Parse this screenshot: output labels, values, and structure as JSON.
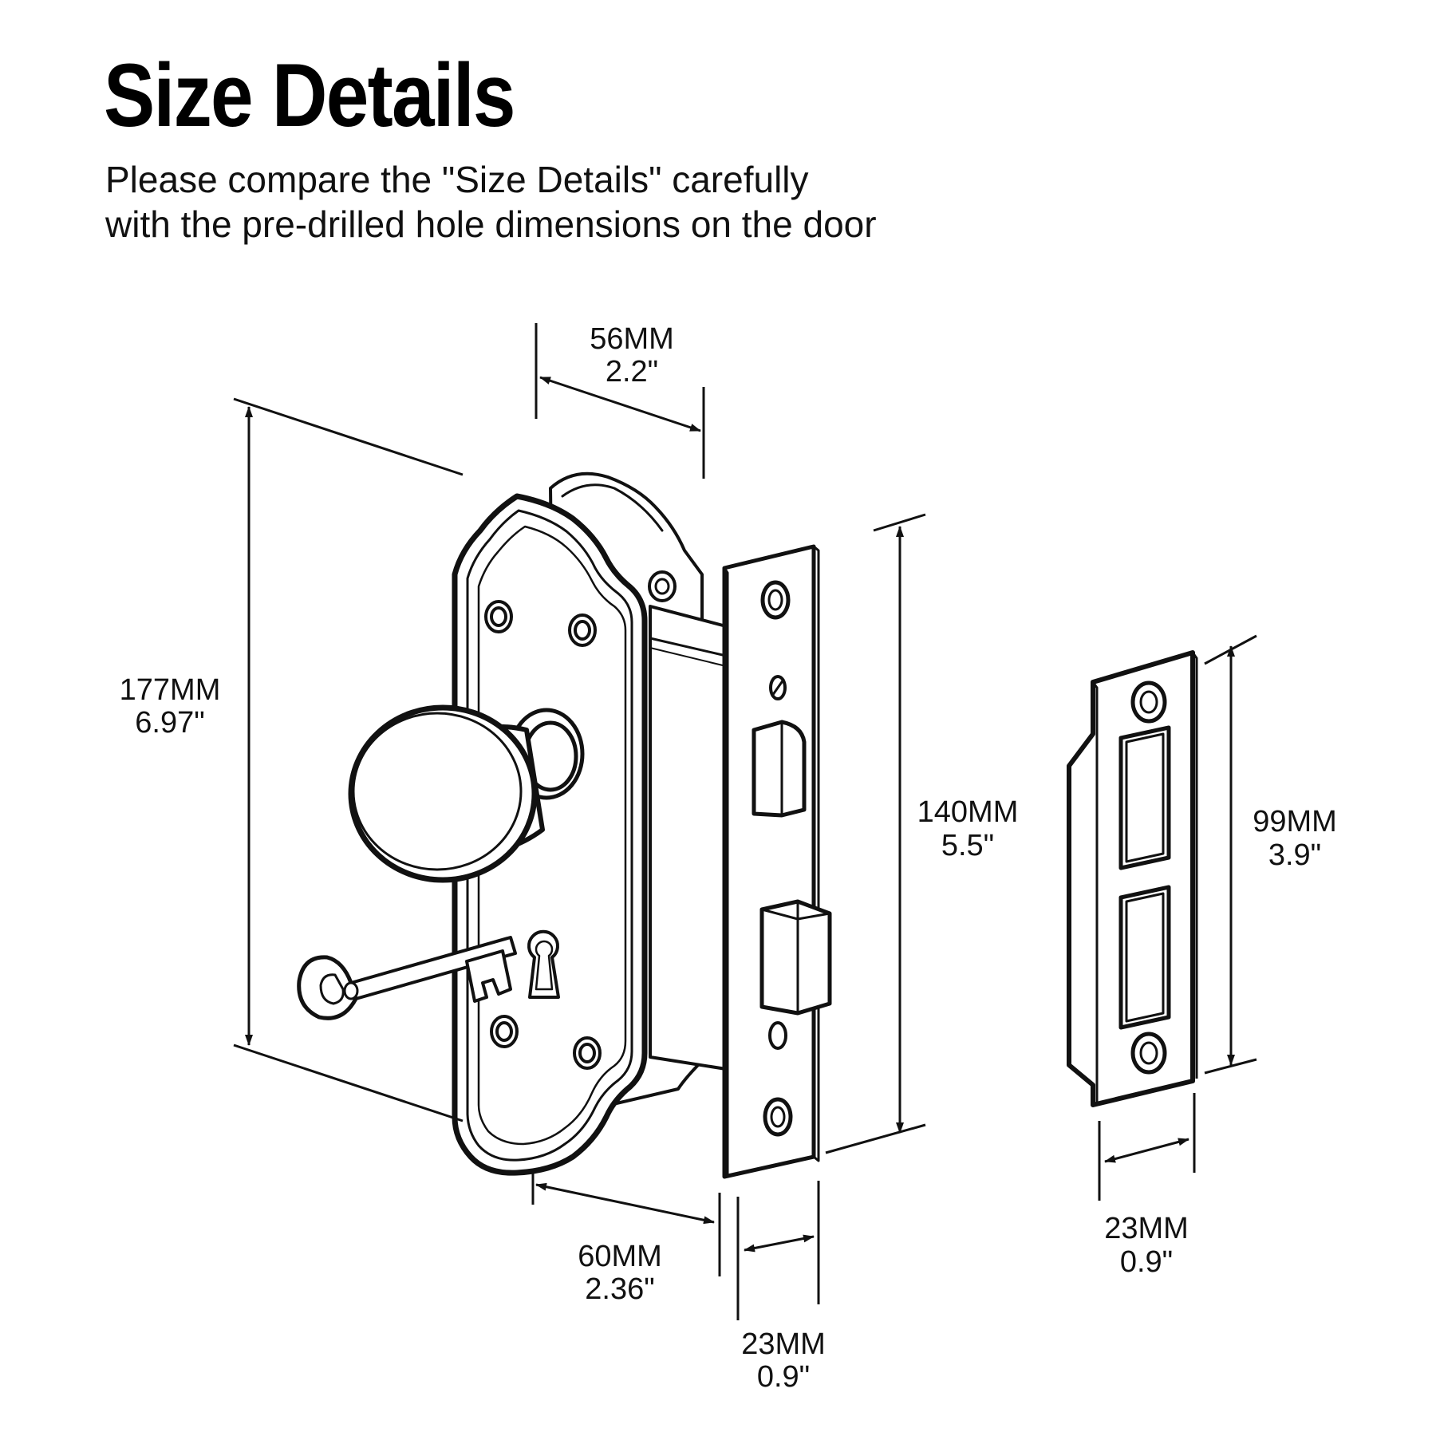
{
  "title": "Size Details",
  "subtitle": {
    "line1": "Please compare the \"Size Details\" carefully",
    "line2": "with the pre-drilled hole dimensions on the door"
  },
  "dimensions": {
    "backplate_depth": {
      "mm": "56MM",
      "inch": "2.2\""
    },
    "backplate_height": {
      "mm": "177MM",
      "inch": "6.97\""
    },
    "faceplate_height": {
      "mm": "140MM",
      "inch": "5.5\""
    },
    "backset": {
      "mm": "60MM",
      "inch": "2.36\""
    },
    "faceplate_width": {
      "mm": "23MM",
      "inch": "0.9\""
    },
    "strike_height": {
      "mm": "99MM",
      "inch": "3.9\""
    },
    "strike_width": {
      "mm": "23MM",
      "inch": "0.9\""
    }
  }
}
